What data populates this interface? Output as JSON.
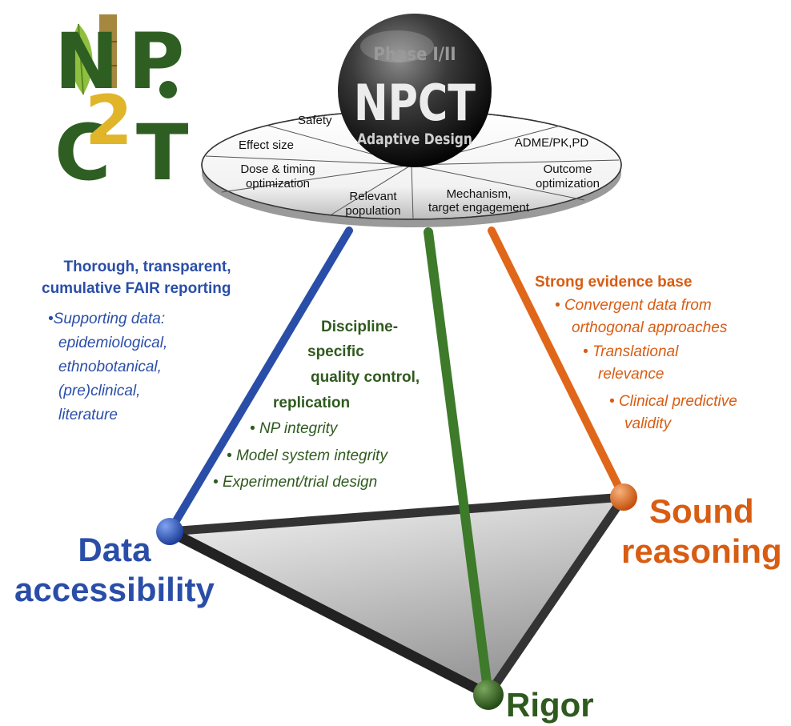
{
  "logo": {
    "letters": [
      "N",
      "P",
      "C",
      "T"
    ],
    "middle": "2"
  },
  "sphere": {
    "top_line": "Phase I/II",
    "big_text": "NPCT",
    "sub_text": "Adaptive Design"
  },
  "disc": {
    "segments": [
      "Safety",
      "Effect size",
      "Dose & timing",
      "optimization",
      "Relevant",
      "population",
      "Mechanism,",
      "target engagement",
      "Outcome",
      "optimization",
      "ADME/PK,PD"
    ]
  },
  "data_access": {
    "heading": [
      "Thorough, transparent,",
      "cumulative FAIR reporting"
    ],
    "bullet": "•",
    "items": [
      "Supporting data:",
      "epidemiological,",
      "ethnobotanical,",
      "(pre)clinical,",
      "literature"
    ]
  },
  "rigor_block": {
    "heading": [
      "Discipline-",
      "specific",
      "quality control,",
      "replication"
    ],
    "bullet": "•",
    "items": [
      "NP integrity",
      "Model system integrity",
      "Experiment/trial design"
    ]
  },
  "reasoning_block": {
    "heading": "Strong evidence base",
    "bullet": "•",
    "items": [
      "Convergent data from",
      "orthogonal approaches",
      "Translational",
      "relevance",
      "Clinical predictive",
      "validity"
    ]
  },
  "vertices": {
    "data_accessibility": [
      "Data",
      "accessibility"
    ],
    "sound_reasoning": [
      "Sound",
      "reasoning"
    ],
    "rigor": "Rigor"
  },
  "colors": {
    "blue": "#2a4ea8",
    "green": "#2f5a1e",
    "orange": "#d85c12",
    "logo_green": "#2e5e22",
    "logo_gold": "#e0b52a",
    "edge_dark": "#333333"
  }
}
